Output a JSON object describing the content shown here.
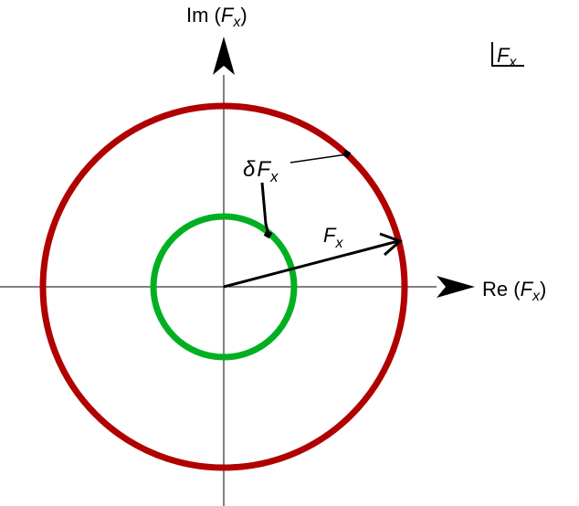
{
  "axes": {
    "re_label": {
      "prefix": "Re (",
      "var": "F",
      "sub": "x",
      "suffix": ")"
    },
    "im_label": {
      "prefix": "Im (",
      "var": "F",
      "sub": "x",
      "suffix": ")"
    }
  },
  "angle_label": {
    "var": "F",
    "sub": "x"
  },
  "vector_label": {
    "var": "F",
    "sub": "x"
  },
  "delta_label": {
    "greek": "δ",
    "var": "F",
    "sub": "x"
  },
  "colors": {
    "outer_circle": "#b00000",
    "inner_circle": "#00b020",
    "axes": "#000000",
    "vector": "#000000"
  }
}
